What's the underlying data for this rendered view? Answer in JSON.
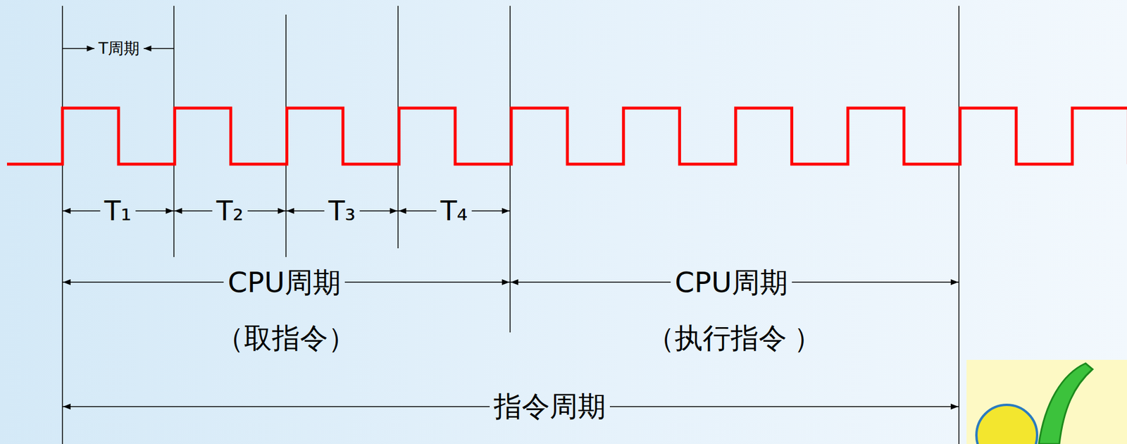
{
  "diagram": {
    "labels": [
      "T周期",
      "T₁",
      "T₂",
      "T₃",
      "T₄",
      "CPU周期",
      "（取指令）",
      "CPU周期",
      "（执行指令 ）",
      "指令周期"
    ]
  }
}
